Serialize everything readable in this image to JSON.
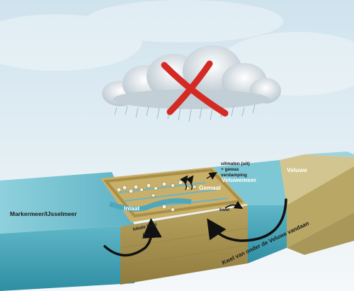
{
  "labels": {
    "markermeer": "Markermeer/IJsselmeer",
    "inlaat": "Inlaat",
    "gemaal": "Gemaal",
    "veluwemeer": "Veluwemeer",
    "veluwe": "Veluwe",
    "uitmalen_line1": "uitmalen (uit)",
    "uitmalen_line2": "+ gewas",
    "uitmalen_line3": "verdamping",
    "kwel_local": "kwel",
    "lokale_kwel_line1": "lokale kwel",
    "lokale_kwel_line2": "(in)",
    "kwel_veluwe": "Kwel van onder de Veluwe vandaan"
  },
  "icons": {
    "no_rain_cross": "red-x-cross-icon",
    "rain_cloud": "rain-cloud-icon",
    "arrow_in": "curved-arrow-icon"
  },
  "colors": {
    "sky_top": "#d7e8f1",
    "water": "#6fbfcf",
    "water_front": "#3f9fb4",
    "polder_land": "#c7ae66",
    "soil_front": "#a8934f",
    "veluwe_land": "#d2c48c",
    "cross": "#d42a24",
    "arrow": "#111111",
    "label_white": "#ffffff",
    "label_dark": "#1a1a1a"
  }
}
